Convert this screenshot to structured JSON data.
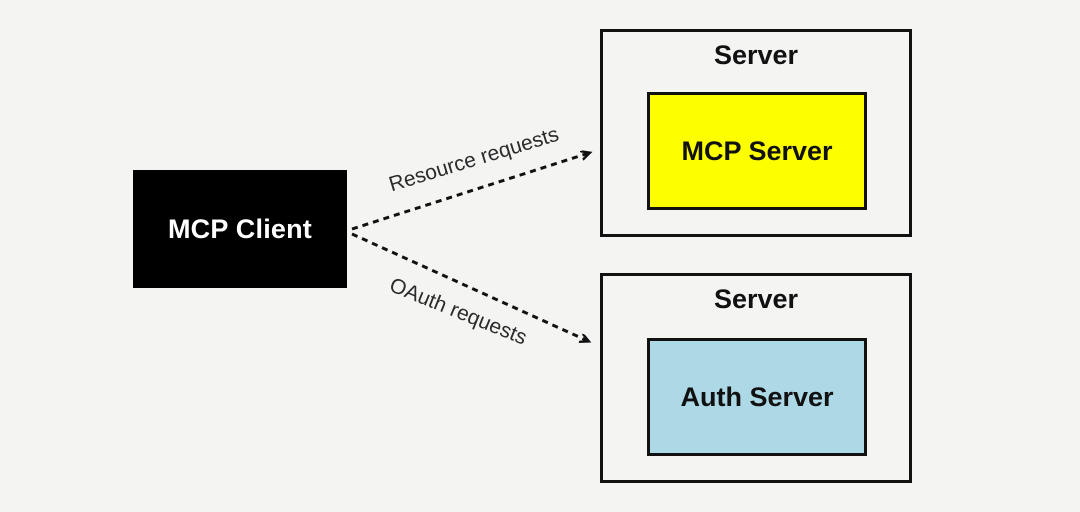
{
  "diagram": {
    "client": {
      "label": "MCP Client"
    },
    "servers": [
      {
        "title": "Server",
        "inner_label": "MCP Server",
        "inner_color": "#FDFF00"
      },
      {
        "title": "Server",
        "inner_label": "Auth Server",
        "inner_color": "#ADD8E6"
      }
    ],
    "arrows": [
      {
        "label": "Resource requests",
        "style": "dashed",
        "direction": "client-to-mcp-server"
      },
      {
        "label": "OAuth requests",
        "style": "dashed",
        "direction": "client-to-auth-server"
      }
    ],
    "colors": {
      "background": "#f4f4f3",
      "client_fill": "#000000",
      "client_text": "#ffffff",
      "box_border": "#111111",
      "arrow_stroke": "#111111",
      "label_text": "#2b2b2b"
    }
  }
}
